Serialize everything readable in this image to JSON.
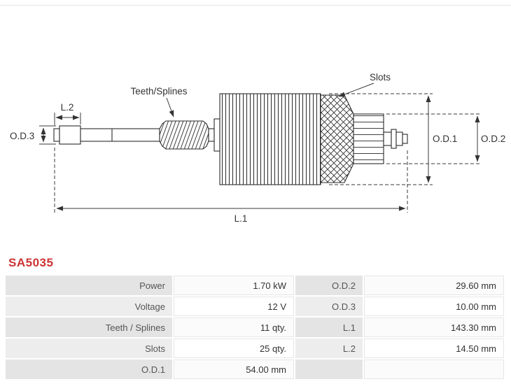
{
  "part_number": "SA5035",
  "diagram": {
    "labels": {
      "slots": "Slots",
      "teeth_splines": "Teeth/Splines",
      "l1": "L.1",
      "l2": "L.2",
      "od1": "O.D.1",
      "od2": "O.D.2",
      "od3": "O.D.3"
    }
  },
  "table": {
    "rows": [
      {
        "label_left": "Power",
        "value_left": "1.70 kW",
        "label_right": "O.D.2",
        "value_right": "29.60 mm"
      },
      {
        "label_left": "Voltage",
        "value_left": "12 V",
        "label_right": "O.D.3",
        "value_right": "10.00 mm"
      },
      {
        "label_left": "Teeth / Splines",
        "value_left": "11 qty.",
        "label_right": "L.1",
        "value_right": "143.30 mm"
      },
      {
        "label_left": "Slots",
        "value_left": "25 qty.",
        "label_right": "L.2",
        "value_right": "14.50 mm"
      },
      {
        "label_left": "O.D.1",
        "value_left": "54.00 mm",
        "label_right": "",
        "value_right": ""
      }
    ]
  }
}
